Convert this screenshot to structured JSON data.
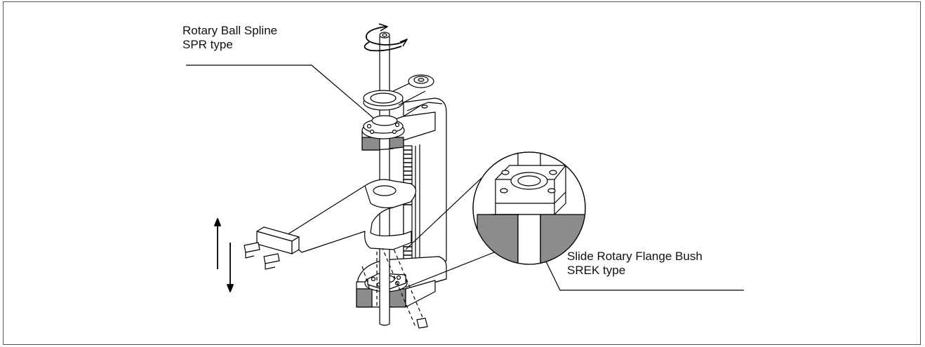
{
  "labels": {
    "rotary_ball_spline": {
      "line1": "Rotary Ball Spline",
      "line2": "SPR type"
    },
    "slide_rotary_flange_bush": {
      "line1": "Slide Rotary Flange Bush",
      "line2": "SREK type"
    }
  },
  "colors": {
    "line": "#000000",
    "fill_gray": "#8c8c8c",
    "fill_white": "#ffffff"
  }
}
